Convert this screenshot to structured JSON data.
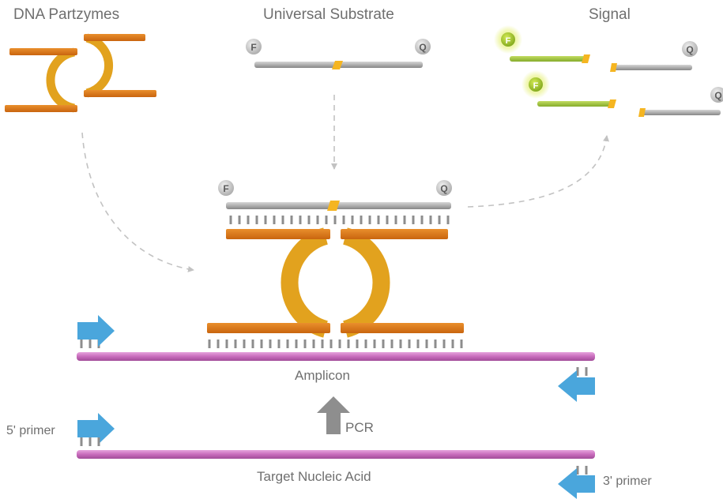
{
  "headers": {
    "partzymes": "DNA Partzymes",
    "substrate": "Universal Substrate",
    "signal": "Signal"
  },
  "labels": {
    "amplicon": "Amplicon",
    "target": "Target Nucleic Acid",
    "pcr": "PCR",
    "primer5": "5' primer",
    "primer3": "3' primer"
  },
  "markers": {
    "fluorophore": "F",
    "quencher": "Q"
  },
  "colors": {
    "partzyme": "#dd7a1a",
    "partzyme_loop": "#e2a21e",
    "substrate": "#a9a9a9",
    "cleavage_site": "#f5b521",
    "signal_strand": "#9ec43a",
    "fluorophore_glow": "#dfef6a",
    "dna_strand": "#c468b8",
    "primer_arrow": "#4aa6dc",
    "pcr_arrow": "#8e8e8e",
    "dashed_arrow": "#c2c2c2",
    "text": "#6f6f6f"
  }
}
